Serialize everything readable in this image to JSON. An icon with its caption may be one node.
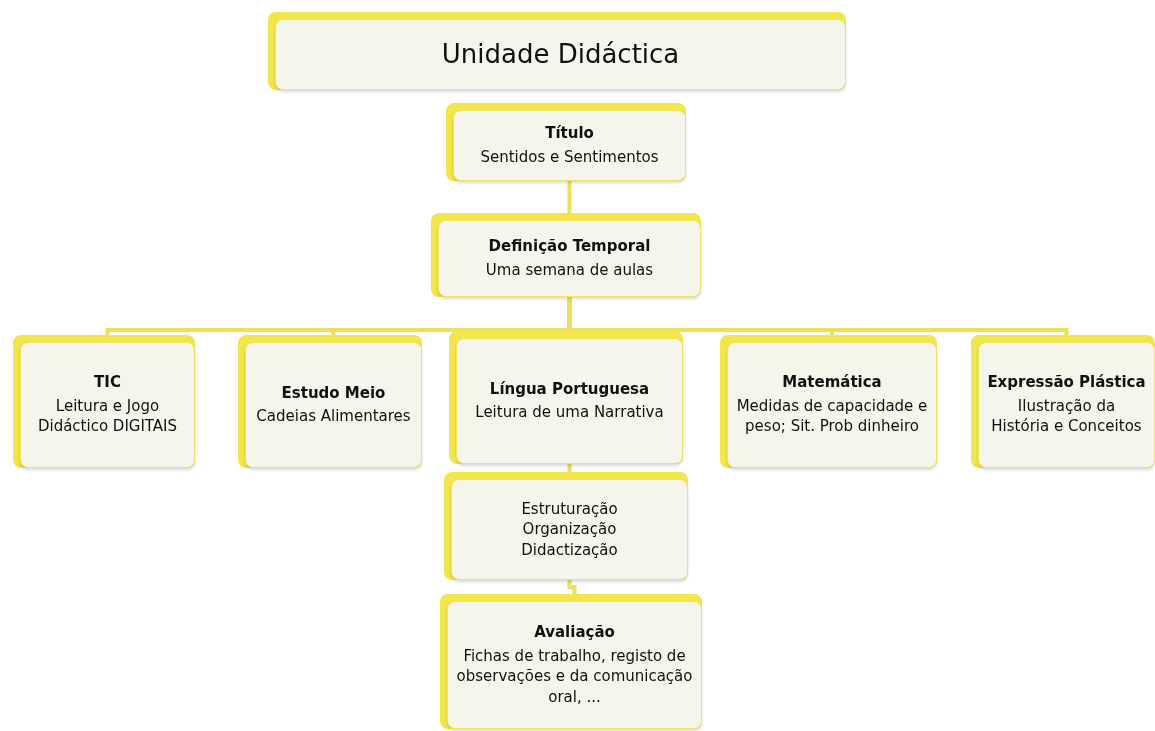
{
  "diagram": {
    "nodes": [
      {
        "text": [
          "Unidade Didáctica"
        ]
      },
      {
        "text": [
          "Título",
          "Sentidos e Sentimentos"
        ]
      },
      {
        "text": [
          "Definição Temporal",
          "Uma semana de aulas"
        ]
      },
      {
        "text": [
          "TIC",
          "Leitura e Jogo Didáctico DIGITAIS"
        ]
      },
      {
        "text": [
          "Estudo Meio",
          "Cadeias Alimentares"
        ]
      },
      {
        "text": [
          "Língua Portuguesa",
          "Leitura de uma Narrativa"
        ]
      },
      {
        "text": [
          "Matemática",
          "Medidas de capacidade e peso; Sit. Prob dinheiro"
        ]
      },
      {
        "text": [
          "Expressão Plástica",
          "Ilustração da História e Conceitos"
        ]
      },
      {
        "text": [
          "Estruturação",
          "Organização",
          "Didactização"
        ]
      },
      {
        "text": [
          "Avaliação",
          "Fichas de trabalho, registo de observações e da comunicação oral, ..."
        ]
      }
    ],
    "edges": [
      {
        "from": 1,
        "to": 2,
        "arrow": "none"
      },
      {
        "from": 2,
        "to": 3,
        "arrow": "none"
      },
      {
        "from": 2,
        "to": 4,
        "arrow": "none"
      },
      {
        "from": 2,
        "to": 5,
        "arrow": "none"
      },
      {
        "from": 2,
        "to": 6,
        "arrow": "none"
      },
      {
        "from": 2,
        "to": 7,
        "arrow": "none"
      },
      {
        "from": 5,
        "to": 8,
        "arrow": "none"
      },
      {
        "from": 8,
        "to": 9,
        "arrow": "none"
      }
    ]
  }
}
